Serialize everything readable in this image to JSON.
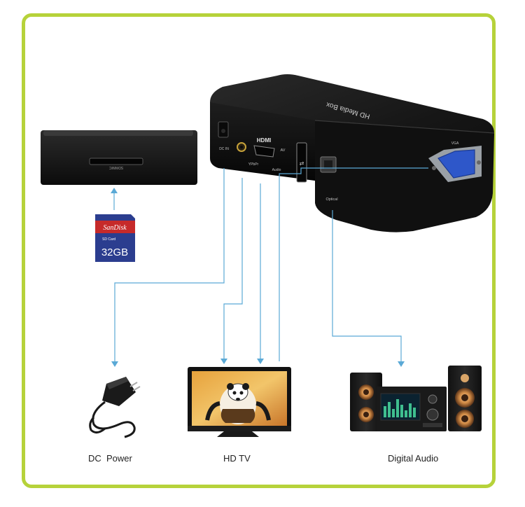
{
  "device": {
    "top_label": "HD Media Box",
    "ports": {
      "dc_in": "DC IN",
      "hdmi": "HDMI",
      "av": "AV",
      "ypbpr": "YPbPr",
      "audio": "Audio",
      "optical": "Optical",
      "vga": "VGA"
    }
  },
  "card_reader": {
    "slot_label": "SD/MMC"
  },
  "sd_card": {
    "brand": "SanDisk",
    "type": "SD Card",
    "capacity": "32GB"
  },
  "captions": {
    "dc_power": "DC  Power",
    "hd_tv": "HD TV",
    "digital_audio": "Digital Audio"
  },
  "colors": {
    "frame": "#b6d23a",
    "connector_line": "#5aa9d6",
    "device_body": "#1b1b1b",
    "sd_card_blue": "#2b3d8f",
    "sd_card_red": "#c62a2a"
  }
}
